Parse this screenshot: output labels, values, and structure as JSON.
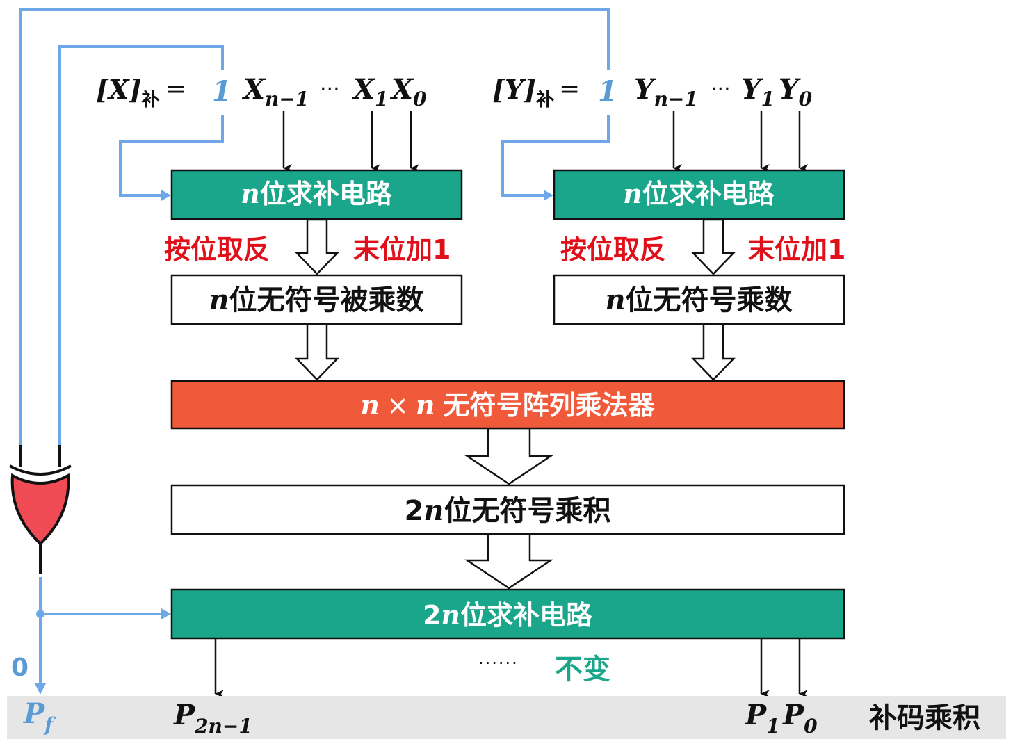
{
  "x_register": {
    "label": "[X]",
    "subscript": "补",
    "eq": "=",
    "sign_bit": "1",
    "bits": [
      {
        "sym": "X",
        "sub": "n−1"
      },
      {
        "sym": "···",
        "sub": ""
      },
      {
        "sym": "X",
        "sub": "1"
      },
      {
        "sym": "X",
        "sub": "0"
      }
    ]
  },
  "y_register": {
    "label": "[Y]",
    "subscript": "补",
    "eq": "=",
    "sign_bit": "1",
    "bits": [
      {
        "sym": "Y",
        "sub": "n−1"
      },
      {
        "sym": "···",
        "sub": ""
      },
      {
        "sym": "Y",
        "sub": "1"
      },
      {
        "sym": "Y",
        "sub": "0"
      }
    ]
  },
  "left_complement": {
    "n": "n",
    "text": "位求补电路"
  },
  "right_complement": {
    "n": "n",
    "text": "位求补电路"
  },
  "left_ops": {
    "invert": "按位取反",
    "plus_one": "末位加1"
  },
  "right_ops": {
    "invert": "按位取反",
    "plus_one": "末位加1"
  },
  "multiplicand": {
    "n": "n",
    "text": "位无符号被乘数"
  },
  "multiplier": {
    "n": "n",
    "text": "位无符号乘数"
  },
  "array_multiplier": {
    "n1": "n",
    "times": "×",
    "n2": "n",
    "text": "无符号阵列乘法器"
  },
  "product": {
    "prefix": "2",
    "n": "n",
    "text": "位无符号乘积"
  },
  "final_complement": {
    "prefix": "2",
    "n": "n",
    "text": "位求补电路"
  },
  "unchanged": {
    "dots": "······",
    "text": "不变"
  },
  "zero_label": "0",
  "outputs": {
    "pf": {
      "sym": "P",
      "sub": "f"
    },
    "p2n1": {
      "sym": "P",
      "sub": "2n−1"
    },
    "p1": {
      "sym": "P",
      "sub": "1"
    },
    "p0": {
      "sym": "P",
      "sub": "0"
    },
    "result_label": "补码乘积"
  },
  "colors": {
    "teal": "#1aa68a",
    "orange": "#f05a3a",
    "blue_line": "#6ea8e8",
    "blue_text": "#5b9bd5",
    "red_text": "#e0101a",
    "teal_text": "#1aa68a",
    "gate_fill": "#f04a55",
    "output_bar": "#e6e6e6"
  }
}
